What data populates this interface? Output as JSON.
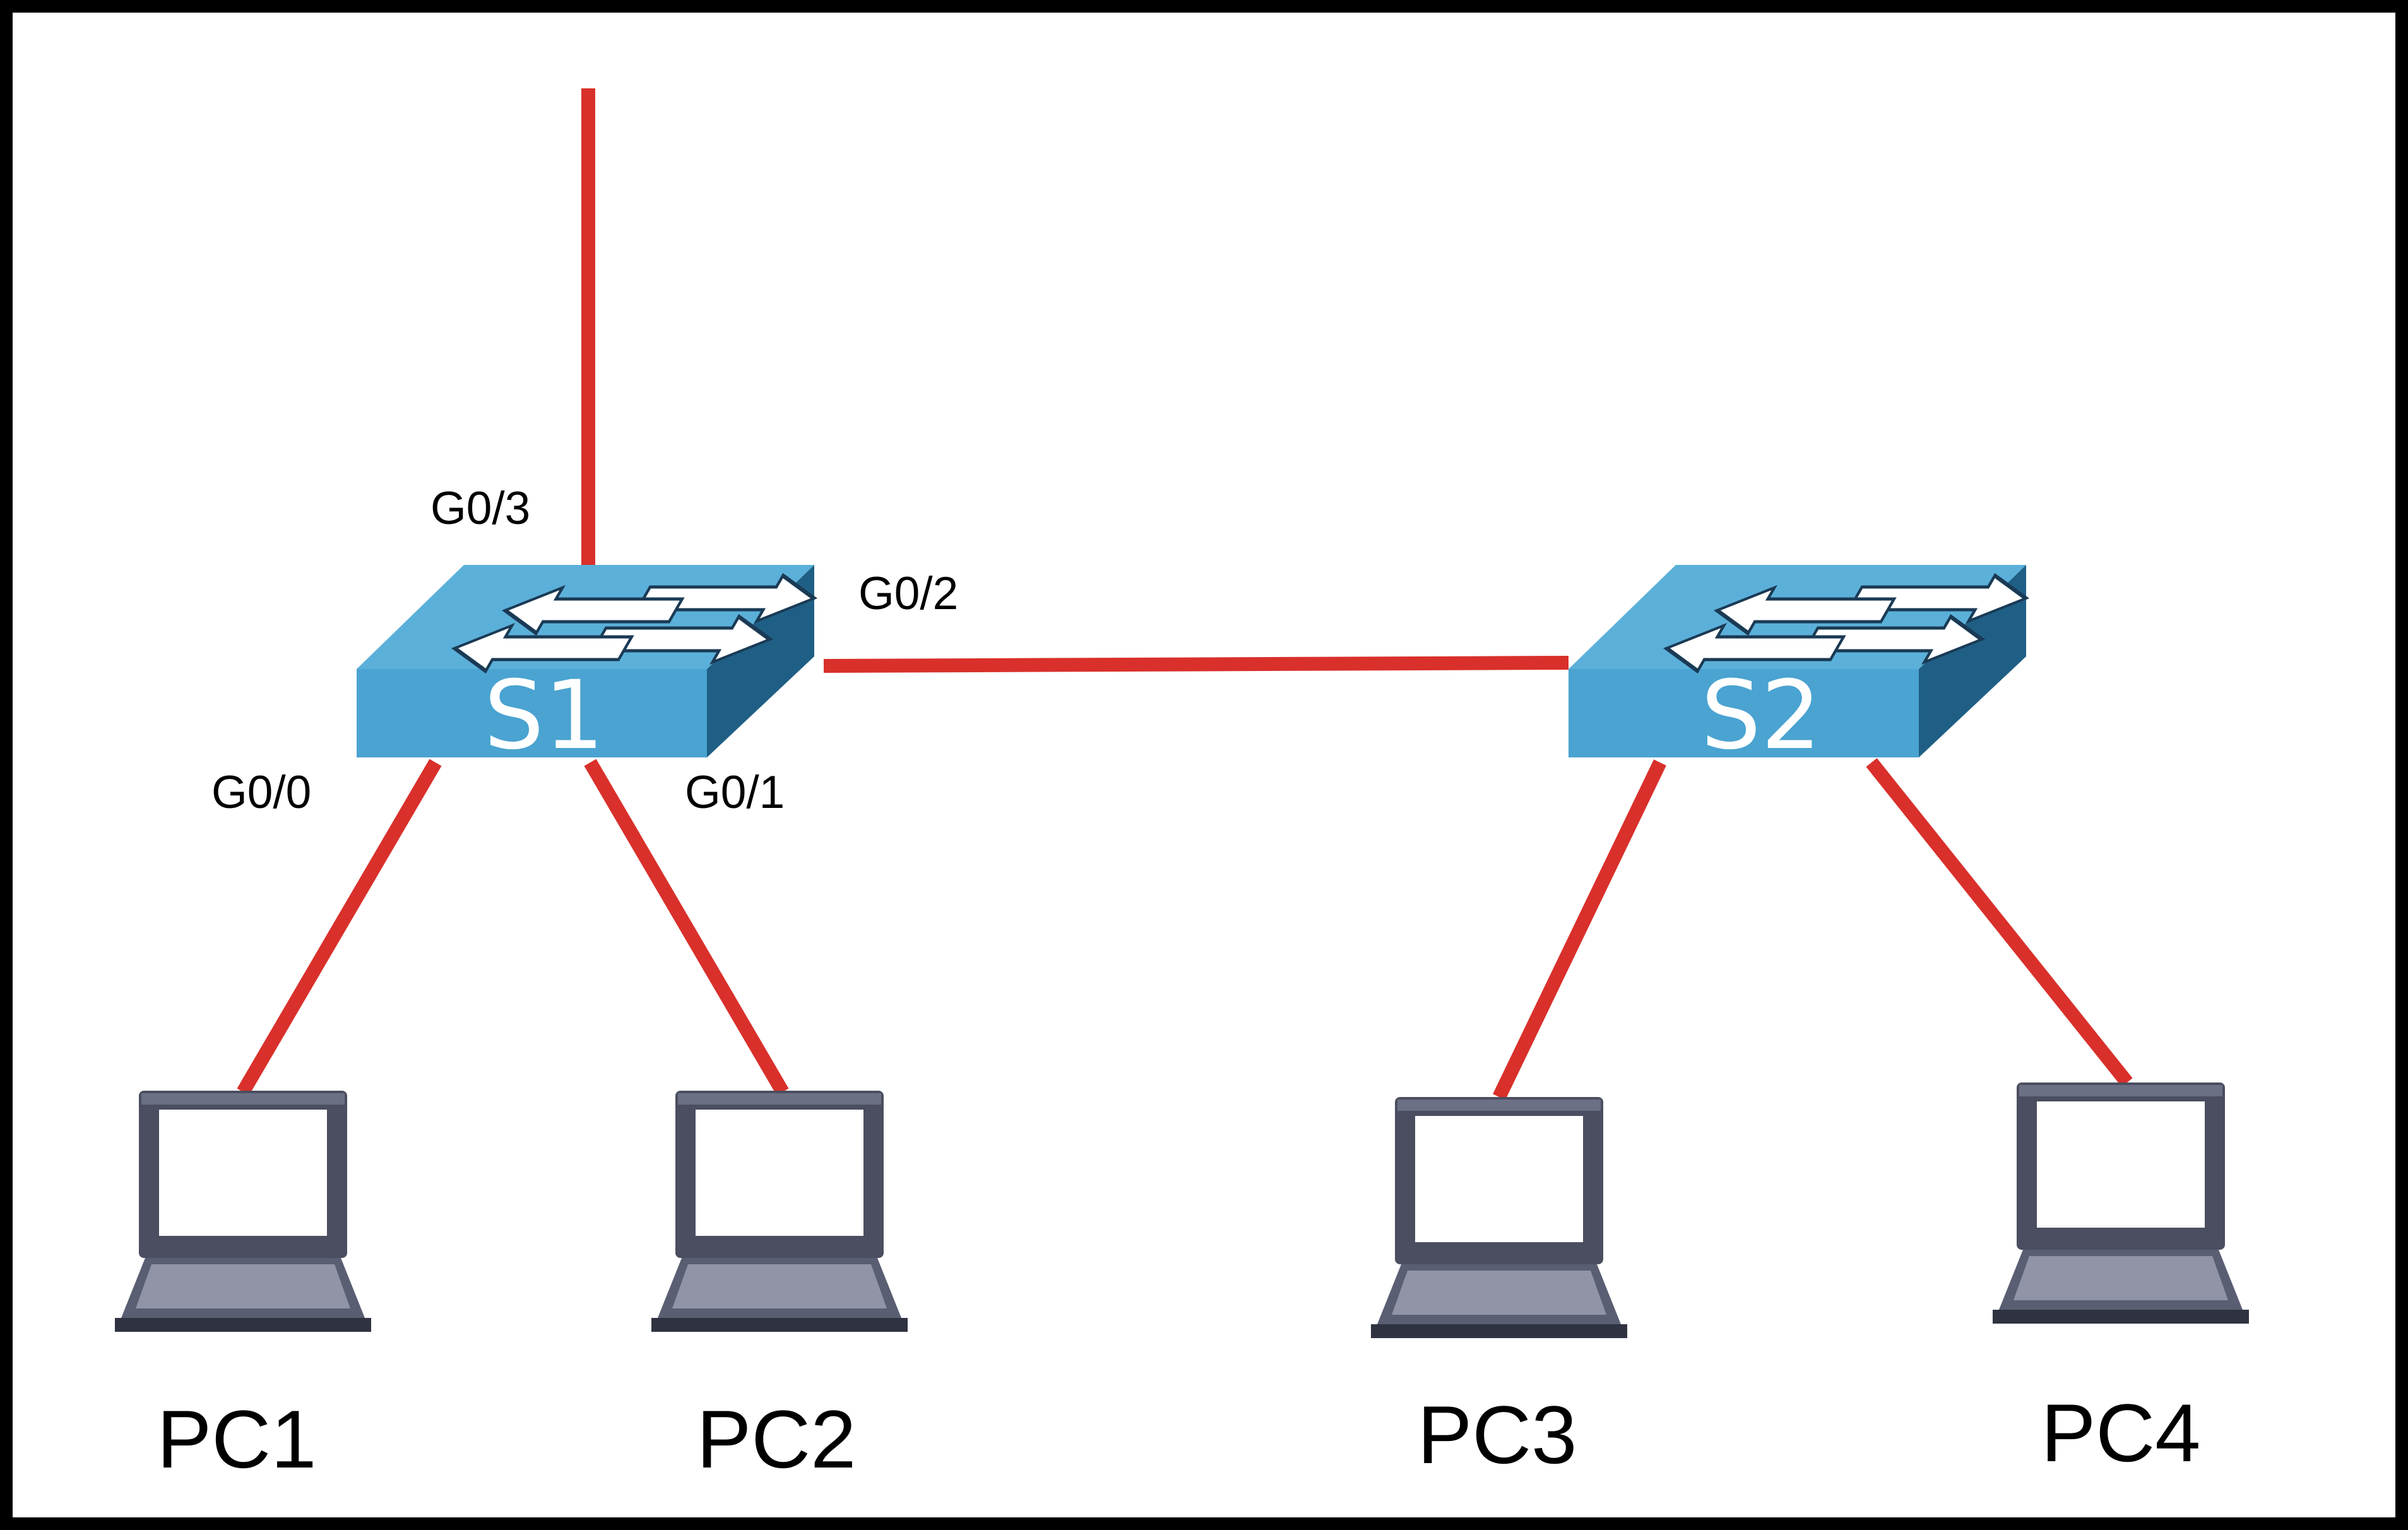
{
  "colors": {
    "frame": "#000000",
    "link": "#d9302b",
    "switch_top": "#5bb0d9",
    "switch_front": "#4aa3d1",
    "switch_side": "#1f5f85",
    "laptop_body": "#4b4e60",
    "background": "#ffffff"
  },
  "icons": {
    "switch": "network-switch-icon",
    "pc": "laptop-icon"
  },
  "switches": {
    "s1": {
      "label": "S1"
    },
    "s2": {
      "label": "S2"
    }
  },
  "ports": {
    "s1_g0_0": "G0/0",
    "s1_g0_1": "G0/1",
    "s1_g0_2": "G0/2",
    "s1_g0_3": "G0/3"
  },
  "pcs": {
    "pc1": {
      "label": "PC1"
    },
    "pc2": {
      "label": "PC2"
    },
    "pc3": {
      "label": "PC3"
    },
    "pc4": {
      "label": "PC4"
    }
  }
}
